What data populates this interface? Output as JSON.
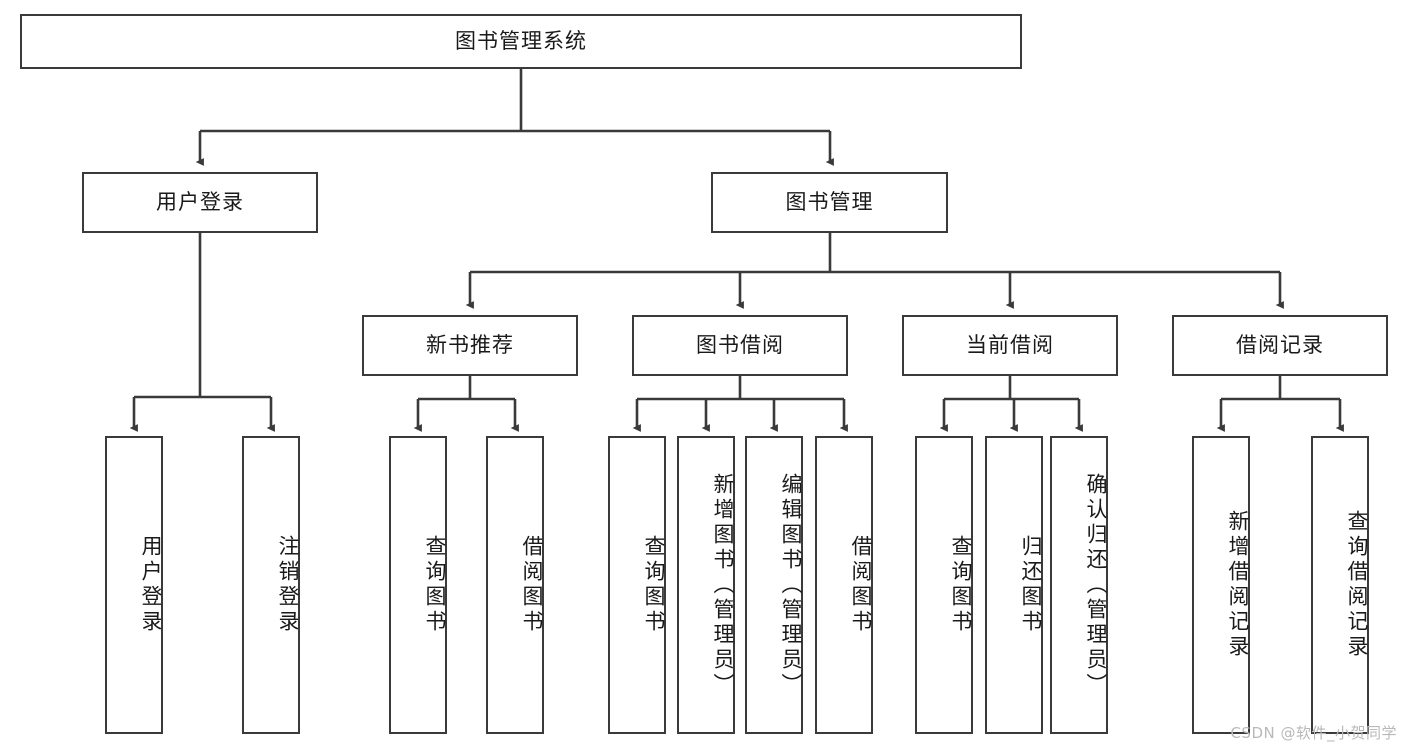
{
  "diagram": {
    "title": "图书管理系统",
    "type": "function-structure-tree",
    "line_color": "#3a3a3a",
    "box_fill": "#ffffff",
    "text_color": "#1a1a1a"
  },
  "root": {
    "label": "图书管理系统"
  },
  "level2": [
    {
      "label": "用户登录"
    },
    {
      "label": "图书管理"
    }
  ],
  "level3": [
    {
      "label": "新书推荐"
    },
    {
      "label": "图书借阅"
    },
    {
      "label": "当前借阅"
    },
    {
      "label": "借阅记录"
    }
  ],
  "leaves": {
    "user_login": [
      {
        "label": "用户登录"
      },
      {
        "label": "注销登录"
      }
    ],
    "new_book": [
      {
        "label": "查询图书"
      },
      {
        "label": "借阅图书"
      }
    ],
    "book_borrow": [
      {
        "label": "查询图书"
      },
      {
        "label": "新增图书（管理员）"
      },
      {
        "label": "编辑图书（管理员）"
      },
      {
        "label": "借阅图书"
      }
    ],
    "current_borrow": [
      {
        "label": "查询图书"
      },
      {
        "label": "归还图书"
      },
      {
        "label": "确认归还（管理员）"
      }
    ],
    "borrow_record": [
      {
        "label": "新增借阅记录"
      },
      {
        "label": "查询借阅记录"
      }
    ]
  },
  "watermark": {
    "text": "CSDN @软件_小贺同学"
  }
}
